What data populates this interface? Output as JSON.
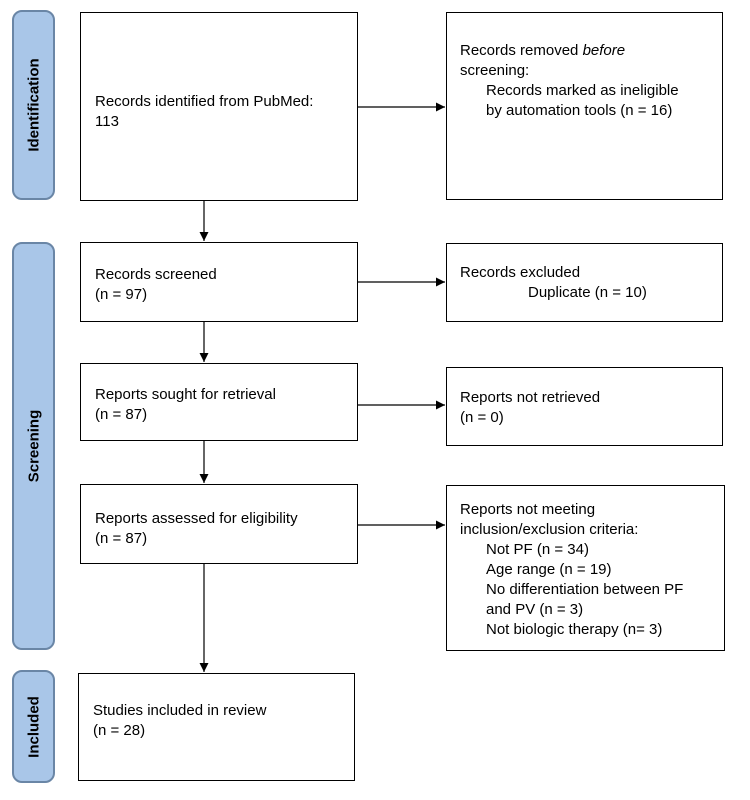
{
  "phases": {
    "identification": "Identification",
    "screening": "Screening",
    "included": "Included"
  },
  "identified": {
    "line1": "Records identified from PubMed:",
    "line2": "113"
  },
  "removed": {
    "heading_pre": "Records removed ",
    "heading_em": "before",
    "heading_line2": "screening",
    "heading_colon": ":",
    "detail_line1": "Records marked as ineligible",
    "detail_line2": "by automation tools (n = 16)"
  },
  "screened": {
    "line1": "Records screened",
    "line2": "(n = 97)"
  },
  "excluded": {
    "line1": "Records excluded",
    "line2": "Duplicate (n = 10)"
  },
  "sought": {
    "line1": "Reports sought for retrieval",
    "line2": "(n = 87)"
  },
  "not_retrieved": {
    "line1": "Reports not retrieved",
    "line2": "(n = 0)"
  },
  "assessed": {
    "line1": "Reports assessed for eligibility",
    "line2": "(n = 87)"
  },
  "not_meeting": {
    "line1": "Reports not meeting",
    "line2": "inclusion/exclusion criteria:",
    "items": [
      "Not PF (n = 34)",
      "Age range (n = 19)",
      "No differentiation between PF",
      "and PV (n = 3)",
      "Not biologic therapy (n= 3)"
    ]
  },
  "included": {
    "line1": "Studies included in review",
    "line2": "(n = 28)"
  }
}
